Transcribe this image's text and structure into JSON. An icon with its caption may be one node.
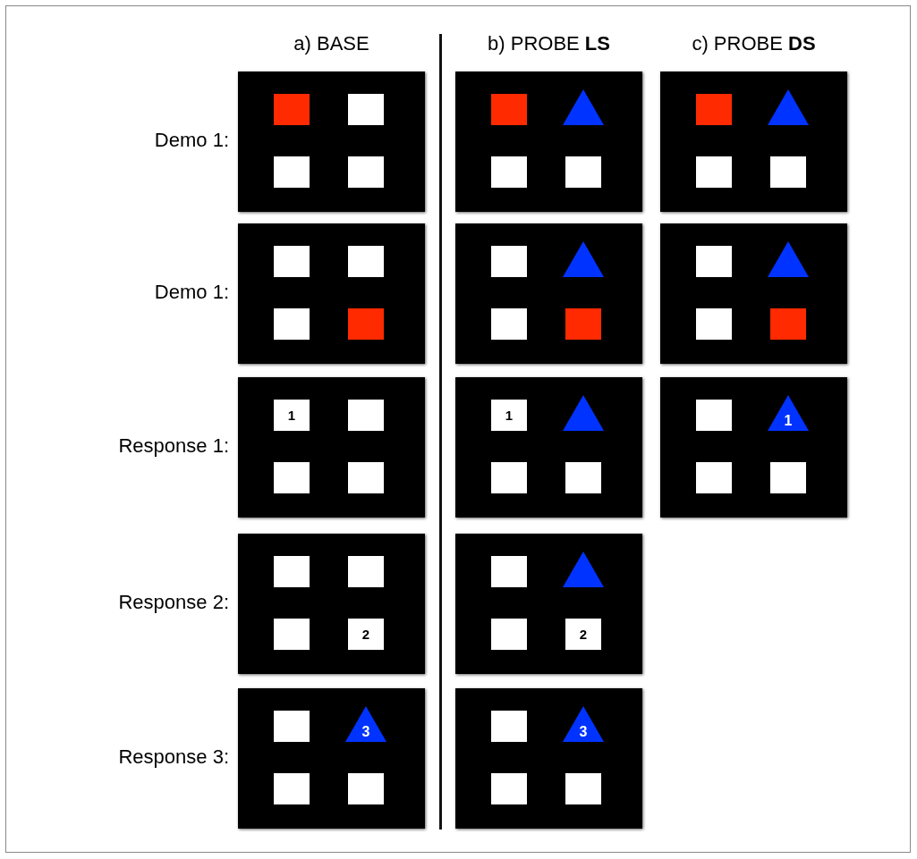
{
  "diagram": {
    "nodes": [
      {
        "text": [],
        "shape": "box"
      },
      {
        "text": [],
        "shape": "box",
        "in": 0
      },
      {
        "text": [],
        "shape": "box",
        "in": 0
      },
      {
        "text": [],
        "shape": "box",
        "in": 0
      },
      {
        "text": [],
        "shape": "box",
        "in": 0
      },
      {
        "text": [],
        "shape": "box"
      },
      {
        "text": [],
        "shape": "box",
        "in": 5
      },
      {
        "text": [],
        "shape": "triangle",
        "in": 5
      },
      {
        "text": [],
        "shape": "box",
        "in": 5
      },
      {
        "text": [],
        "shape": "box",
        "in": 5
      },
      {
        "text": [],
        "shape": "box"
      },
      {
        "text": [],
        "shape": "box",
        "in": 10
      },
      {
        "text": [],
        "shape": "triangle",
        "in": 10
      },
      {
        "text": [],
        "shape": "box",
        "in": 10
      },
      {
        "text": [],
        "shape": "box",
        "in": 10
      },
      {
        "text": [],
        "shape": "box"
      },
      {
        "text": [],
        "shape": "box",
        "in": 15
      },
      {
        "text": [],
        "shape": "box",
        "in": 15
      },
      {
        "text": [],
        "shape": "box",
        "in": 15
      },
      {
        "text": [],
        "shape": "box",
        "in": 15
      },
      {
        "text": [],
        "shape": "box"
      },
      {
        "text": [],
        "shape": "box",
        "in": 20
      },
      {
        "text": [],
        "shape": "triangle",
        "in": 20
      },
      {
        "text": [],
        "shape": "box",
        "in": 20
      },
      {
        "text": [],
        "shape": "box",
        "in": 20
      },
      {
        "text": [],
        "shape": "box"
      },
      {
        "text": [],
        "shape": "box",
        "in": 25
      },
      {
        "text": [],
        "shape": "triangle",
        "in": 25
      },
      {
        "text": [],
        "shape": "box",
        "in": 25
      },
      {
        "text": [],
        "shape": "box",
        "in": 25
      },
      {
        "text": [],
        "shape": "box"
      },
      {
        "text": [
          "1"
        ],
        "in": 30
      },
      {
        "text": [],
        "shape": "box",
        "in": 30
      },
      {
        "text": [],
        "shape": "box",
        "in": 30
      },
      {
        "text": [],
        "shape": "box",
        "in": 30
      },
      {
        "text": [],
        "shape": "box"
      },
      {
        "text": [
          "1"
        ],
        "in": 35
      },
      {
        "text": [],
        "shape": "triangle",
        "in": 35
      },
      {
        "text": [],
        "shape": "box",
        "in": 35
      },
      {
        "text": [],
        "shape": "box",
        "in": 35
      },
      {
        "text": [],
        "shape": "box"
      },
      {
        "text": [],
        "shape": "box",
        "in": 40
      },
      {
        "text": [
          "1"
        ],
        "in": 40
      },
      {
        "text": [],
        "shape": "box",
        "in": 40
      },
      {
        "text": [],
        "shape": "box",
        "in": 40
      },
      {
        "text": [],
        "shape": "box"
      },
      {
        "text": [],
        "shape": "box",
        "in": 45
      },
      {
        "text": [],
        "shape": "box",
        "in": 45
      },
      {
        "text": [],
        "shape": "box",
        "in": 45
      },
      {
        "text": [
          "2"
        ],
        "in": 45
      },
      {
        "text": [],
        "shape": "box"
      },
      {
        "text": [],
        "shape": "box",
        "in": 50
      },
      {
        "text": [],
        "shape": "triangle",
        "in": 50
      },
      {
        "text": [],
        "shape": "box",
        "in": 50
      },
      {
        "text": [
          "2"
        ],
        "in": 50
      },
      {
        "text": [],
        "shape": "box"
      },
      {
        "text": [],
        "shape": "box",
        "in": 55
      },
      {
        "text": [
          "3"
        ],
        "in": 55
      },
      {
        "text": [],
        "shape": "box",
        "in": 55
      },
      {
        "text": [],
        "shape": "box",
        "in": 55
      },
      {
        "text": [],
        "shape": "box"
      },
      {
        "text": [],
        "shape": "box",
        "in": 60
      },
      {
        "text": [
          "3"
        ],
        "in": 60
      },
      {
        "text": [],
        "shape": "box",
        "in": 60
      },
      {
        "text": [],
        "shape": "box",
        "in": 60
      }
    ],
    "labels": [
      "a) BASE",
      "b) PROBE **LS**",
      "c) PROBE **DS**",
      "Demo 1:",
      "Demo 1:",
      "Response 1:",
      "Response 2:",
      "Response 3:"
    ]
  }
}
